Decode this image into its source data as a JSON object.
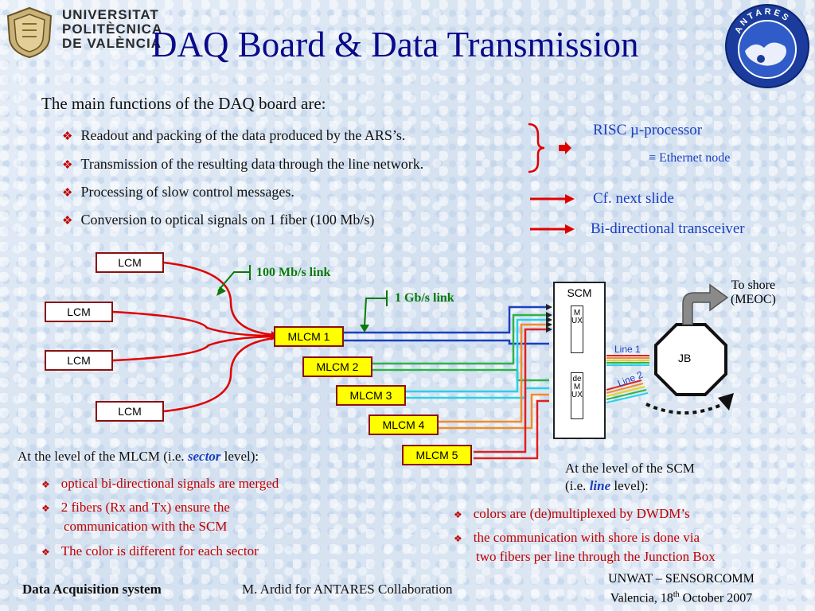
{
  "header": {
    "title": "DAQ Board & Data Transmission",
    "university_lines": [
      "UNIVERSITAT",
      "POLITÈCNICA",
      "DE VALÈNCIA"
    ],
    "antares_logo_text": "ANTARES"
  },
  "intro": "The main functions of the DAQ board are:",
  "functions": [
    "Readout and packing of the data produced by the ARS’s.",
    "Transmission of the resulting data through the line network.",
    "Processing of slow control messages.",
    "Conversion to optical signals on 1 fiber (100 Mb/s)"
  ],
  "right_labels": {
    "risc": "RISC µ-processor",
    "ethernet_symbol": "≡",
    "ethernet": "Ethernet node",
    "next_slide": "Cf. next slide",
    "transceiver": "Bi-directional  transceiver"
  },
  "diagram": {
    "lcm_label": "LCM",
    "mlcm_labels": [
      "MLCM 1",
      "MLCM 2",
      "MLCM 3",
      "MLCM 4",
      "MLCM 5"
    ],
    "link_100": "100 Mb/s link",
    "link_1g": "1 Gb/s link",
    "scm": "SCM",
    "mux": "MUX",
    "demux": "deMUX",
    "line1": "Line 1",
    "line2": "Line 2",
    "jb": "JB",
    "to_shore": [
      "To shore",
      "(MEOC)"
    ],
    "colors": {
      "link_label": "#0a7a0a",
      "frame": "#8b1010",
      "mlcm_fill": "#ffff00"
    }
  },
  "mlcm_section": {
    "title_pre": "At the level of the MLCM (i.e. ",
    "title_em": "sector",
    "title_post": " level):",
    "points": [
      "optical bi-directional signals are merged",
      "2 fibers (Rx and Tx) ensure the",
      "communication with the SCM",
      "The color is different for each sector"
    ]
  },
  "scm_section": {
    "title_line1": "At the level of the SCM",
    "title_pre": "(i.e. ",
    "title_em": "line",
    "title_post": " level):",
    "points": [
      "colors are (de)multiplexed by DWDM’s",
      "the communication with shore is done via",
      "two fibers per line through the Junction Box"
    ]
  },
  "footer": {
    "section": "Data Acquisition system",
    "author": "M. Ardid for ANTARES Collaboration",
    "event": "UNWAT – SENSORCOMM",
    "date_pre": "Valencia, 18",
    "date_sup": "th",
    "date_post": " October 2007"
  }
}
